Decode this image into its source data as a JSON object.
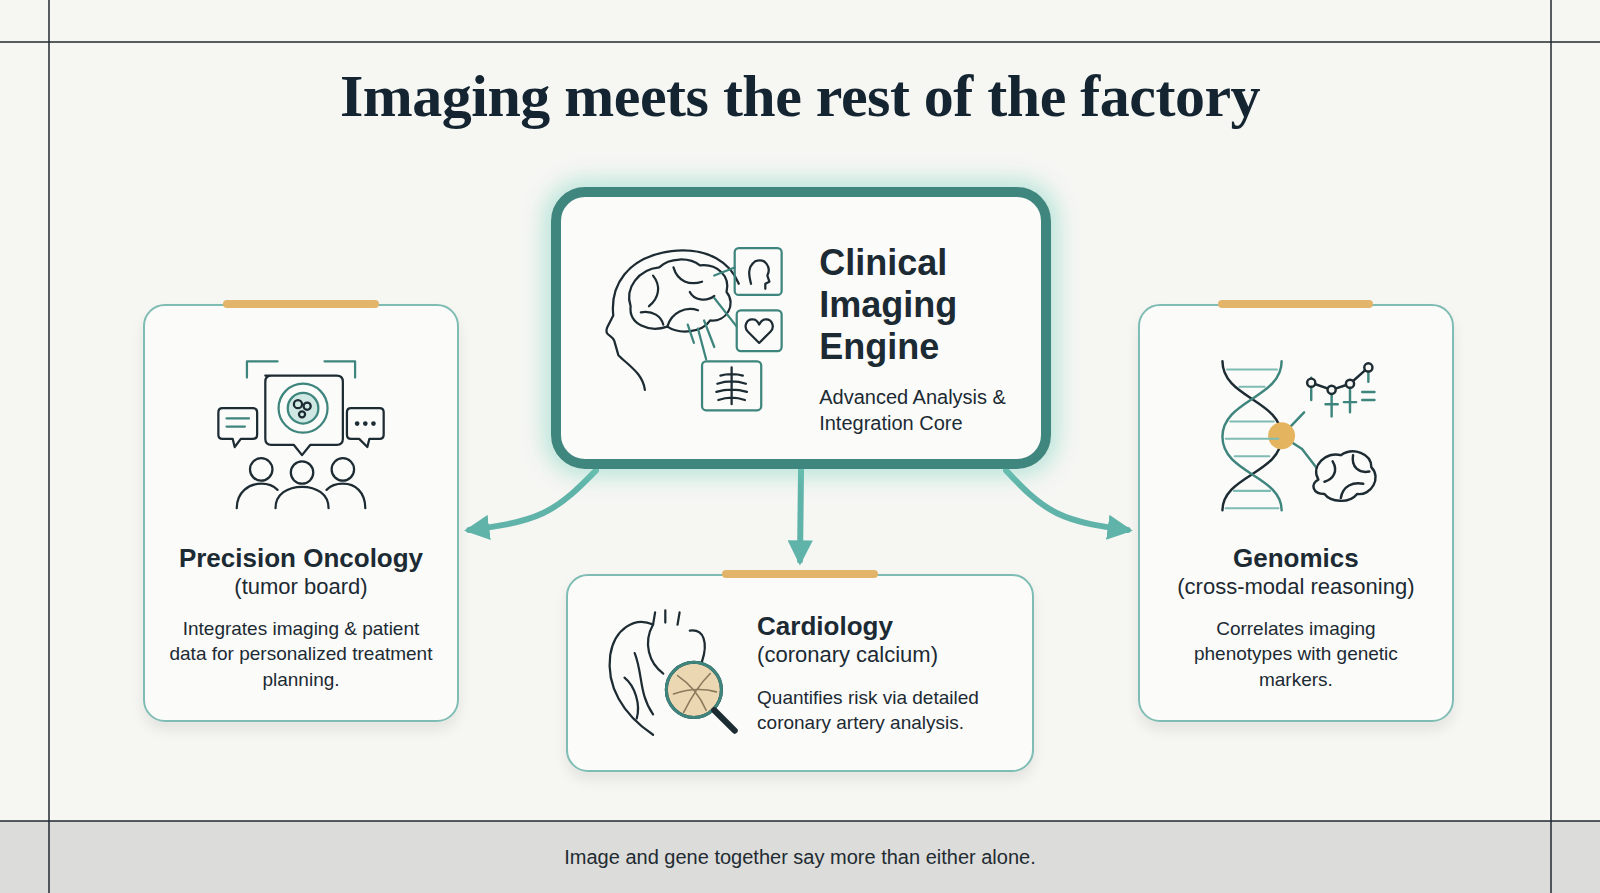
{
  "diagram": {
    "title": "Imaging meets the rest of the factory",
    "caption": "Image and gene together say more than either alone.",
    "nodes": [
      {
        "text": [
          "Clinical Imaging Engine",
          "Advanced Analysis & Integration Core"
        ]
      },
      {
        "text": [
          "Precision Oncology",
          "(tumor board)",
          "Integrates imaging & patient data for personalized treatment planning."
        ]
      },
      {
        "text": [
          "Cardiology",
          "(coronary calcium)",
          "Quantifies risk via detailed coronary artery analysis."
        ]
      },
      {
        "text": [
          "Genomics",
          "(cross-modal reasoning)",
          "Correlates imaging phenotypes with genetic markers."
        ]
      }
    ],
    "edges": [
      {
        "from": 0,
        "to": 1,
        "arrow": "to"
      },
      {
        "from": 0,
        "to": 2,
        "arrow": "to"
      },
      {
        "from": 0,
        "to": 3,
        "arrow": "to"
      }
    ]
  }
}
